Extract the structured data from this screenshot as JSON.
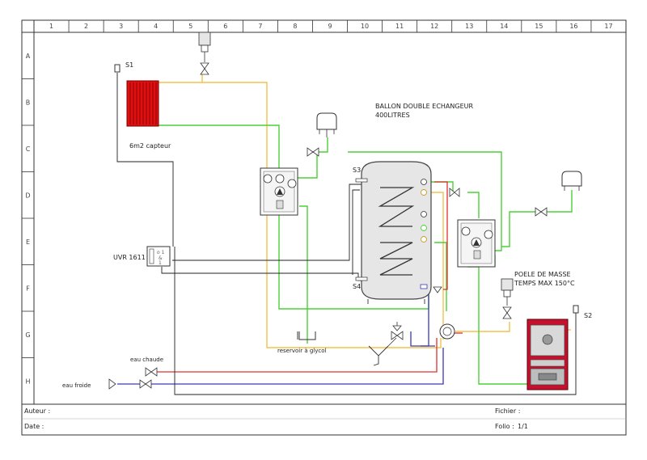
{
  "columns": [
    "1",
    "2",
    "3",
    "4",
    "5",
    "6",
    "7",
    "8",
    "9",
    "10",
    "11",
    "12",
    "13",
    "14",
    "15",
    "16",
    "17"
  ],
  "rows": [
    "A",
    "B",
    "C",
    "D",
    "E",
    "F",
    "G",
    "H"
  ],
  "labels": {
    "s1": "S1",
    "s2": "S2",
    "s3": "S3",
    "s4": "S4",
    "collector": "6m2 capteur",
    "tank_title_1": "BALLON DOUBLE ECHANGEUR",
    "tank_title_2": "400LITRES",
    "controller": "UVR 1611",
    "stove_1": "POELE DE MASSE",
    "stove_2": "TEMPS MAX 150°C",
    "glycol": "reservoir à glycol",
    "hot_water": "eau chaude",
    "cold_water": "eau froide"
  },
  "footer": {
    "author_label": "Auteur :",
    "date_label": "Date :",
    "file_label": "Fichier :",
    "folio_label": "Folio :",
    "folio_value": "1/1"
  },
  "colors": {
    "frame": "#333333",
    "solar_loop": "#f2c24f",
    "green_loop": "#4cd137",
    "hot_water": "#e03030",
    "cold_water": "#3a3ab8",
    "signal": "#222222",
    "collector": "#e01010",
    "stove": "#c8102e"
  }
}
